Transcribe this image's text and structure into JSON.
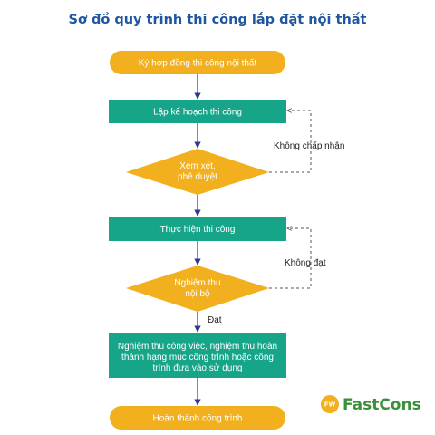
{
  "title": "Sơ đồ quy trình thi công lắp đặt nội thất",
  "nodes": {
    "sign_contract": "Ký hợp đồng thi công nội thất",
    "construction_plan": "Lập kế hoạch thi công",
    "review_approve": [
      "Xem xét,",
      "phê duyệt"
    ],
    "execute": "Thực hiện thi công",
    "internal_acceptance": [
      "Nghiệm thu",
      "nội bộ"
    ],
    "final_acceptance": [
      "Nghiệm thu công việc, nghiệm thu hoàn",
      "thành hạng mục công trình hoặc công",
      "trình đưa vào sử dụng"
    ],
    "complete": "Hoàn thành công trình"
  },
  "edges": {
    "not_accepted": "Không chấp nhận",
    "not_passed": "Không đạt",
    "passed": "Đạt"
  },
  "logo": {
    "mark": "FW",
    "text": "FastCons"
  },
  "colors": {
    "title": "#1e56a0",
    "pill": "#f2b01e",
    "box": "#17a589",
    "diamond": "#f2b01e",
    "arrow": "#2b3a8f",
    "dashed": "#555555",
    "logo": "#3a8f3a"
  }
}
